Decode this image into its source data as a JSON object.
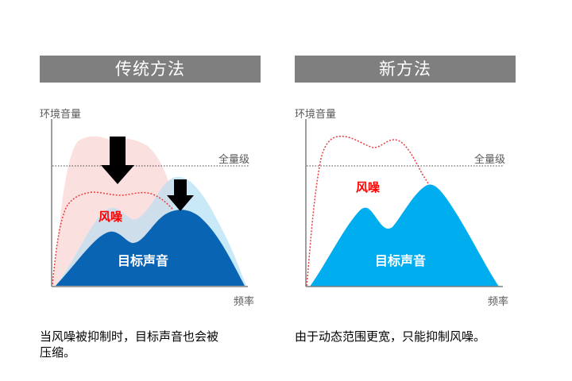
{
  "left": {
    "title": "传统方法",
    "y_axis_label": "环境音量",
    "x_axis_label": "频率",
    "full_scale_label": "全量级",
    "noise_label": "风噪",
    "target_label": "目标声音",
    "caption_line1": "当风噪被抑制时，目标声音也会被",
    "caption_line2": "压缩。",
    "colors": {
      "noise_area": "#fbe0e0",
      "target_light": "#c9e9f8",
      "target_dark": "#0a64b4",
      "noise_line": "#e83c3c",
      "arrow": "#000000"
    }
  },
  "right": {
    "title": "新方法",
    "y_axis_label": "环境音量",
    "x_axis_label": "频率",
    "full_scale_label": "全量级",
    "noise_label": "风噪",
    "target_label": "目标声音",
    "caption": "由于动态范围更宽，只能抑制风噪。",
    "colors": {
      "target": "#00aeef",
      "noise_line": "#e83c3c"
    }
  },
  "colors": {
    "title_bar": "#7f7f7f",
    "axis": "#7f7f7f",
    "full_scale_line": "#404040"
  }
}
